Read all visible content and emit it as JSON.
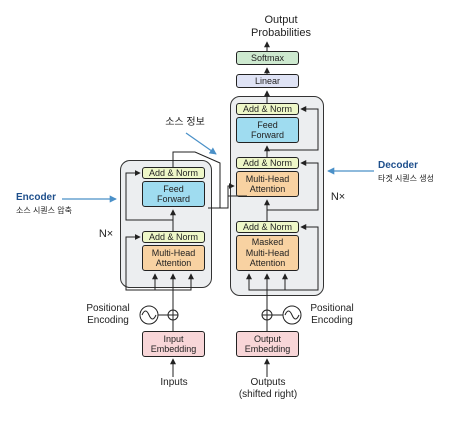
{
  "colors": {
    "add_norm": "#eef7c8",
    "feed_forward": "#9fdcf0",
    "attention": "#f8d2a2",
    "embedding": "#f8d6d8",
    "linear": "#dfe3f5",
    "softmax": "#cde9cf",
    "stack_bg": "#eceef0",
    "annotation_arrow": "#4a90c8"
  },
  "top": {
    "output_probabilities": "Output\nProbabilities",
    "softmax": "Softmax",
    "linear": "Linear"
  },
  "annotations": {
    "source_info": "소스 정보",
    "encoder_title": "Encoder",
    "encoder_sub": "소스 시퀀스 압축",
    "decoder_title": "Decoder",
    "decoder_sub": "타겟 시퀀스 생성"
  },
  "encoder": {
    "repeat": "N×",
    "add_norm_top": "Add & Norm",
    "feed_forward": "Feed\nForward",
    "add_norm_bottom": "Add & Norm",
    "attention": "Multi-Head\nAttention",
    "positional": "Positional\nEncoding",
    "embedding": "Input\nEmbedding",
    "input_label": "Inputs"
  },
  "decoder": {
    "repeat": "N×",
    "add_norm_1": "Add & Norm",
    "feed_forward": "Feed\nForward",
    "add_norm_2": "Add & Norm",
    "attention": "Multi-Head\nAttention",
    "add_norm_3": "Add & Norm",
    "masked_attention": "Masked\nMulti-Head\nAttention",
    "positional": "Positional\nEncoding",
    "embedding": "Output\nEmbedding",
    "output_label": "Outputs\n(shifted right)"
  }
}
